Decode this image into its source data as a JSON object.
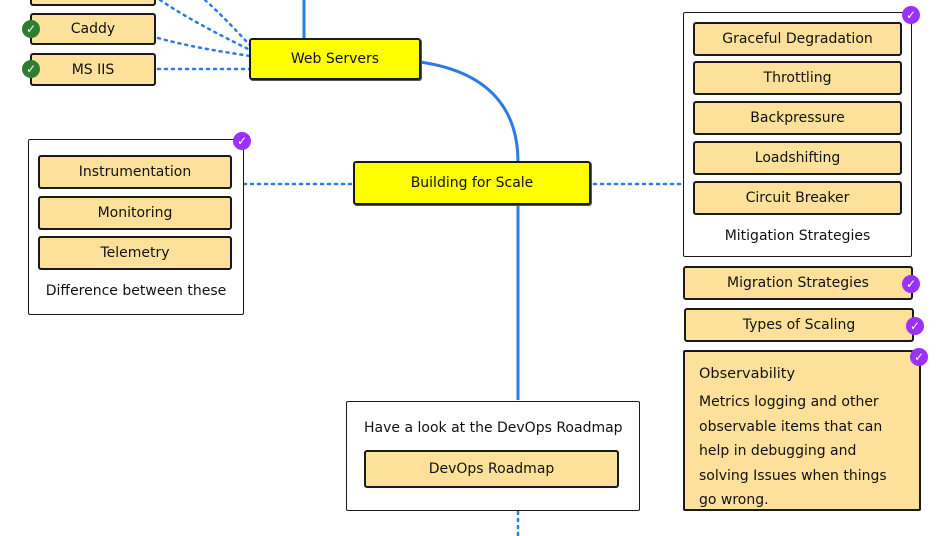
{
  "web_servers": {
    "label": "Web Servers",
    "items": [
      {
        "label": "Caddy",
        "status_icon": "check-circle-icon"
      },
      {
        "label": "MS IIS",
        "status_icon": "check-circle-icon"
      }
    ]
  },
  "building_for_scale": {
    "label": "Building for Scale"
  },
  "difference_group": {
    "items": [
      "Instrumentation",
      "Monitoring",
      "Telemetry"
    ],
    "label": "Difference between these",
    "status_icon": "check-circle-icon"
  },
  "mitigation_group": {
    "items": [
      "Graceful Degradation",
      "Throttling",
      "Backpressure",
      "Loadshifting",
      "Circuit Breaker"
    ],
    "label": "Mitigation Strategies",
    "status_icon": "check-circle-icon"
  },
  "migration_strategies": {
    "label": "Migration Strategies",
    "status_icon": "check-circle-icon"
  },
  "types_of_scaling": {
    "label": "Types of Scaling",
    "status_icon": "check-circle-icon"
  },
  "observability": {
    "title": "Observability",
    "body": "Metrics logging and other observable items that can help in debugging and solving Issues when things go wrong.",
    "status_icon": "check-circle-icon"
  },
  "devops": {
    "prompt": "Have a look at the DevOps Roadmap",
    "link_label": "DevOps Roadmap"
  },
  "colors": {
    "topic_fill": "#ffff00",
    "subtopic_fill": "#fde19a",
    "connector_blue": "#2b7be4",
    "done_purple": "#9b30ff",
    "done_green": "#2e7d32"
  }
}
